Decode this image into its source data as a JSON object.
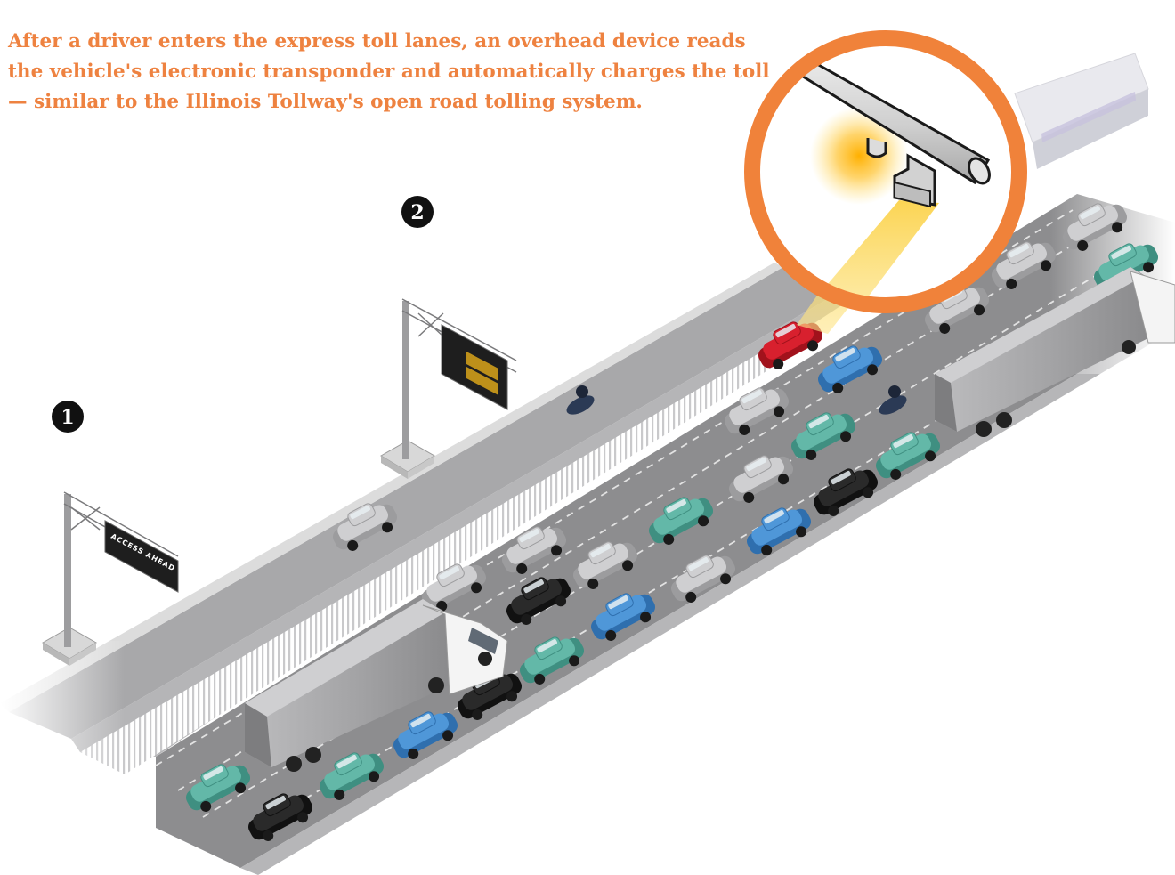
{
  "caption": "After a driver enters the express toll lanes, an overhead device reads the vehicle's electronic transponder and automatically charges the toll — similar to the Illinois Tollway's open road tolling system.",
  "markers": [
    {
      "label": "1"
    },
    {
      "label": "2"
    }
  ],
  "signs": {
    "sign_1_text": "ACCESS AHEAD"
  },
  "colors": {
    "caption": "#ee8240",
    "callout_ring": "#f0823a",
    "express_lane": "#a9a9ab",
    "general_lanes": "#8e8e90",
    "toll_beam": "#fbe27a",
    "highlight_car": "#d8202e"
  },
  "vehicles": {
    "car_colors": [
      "teal",
      "black",
      "silver",
      "blue",
      "red"
    ],
    "highlighted": "red-car"
  }
}
